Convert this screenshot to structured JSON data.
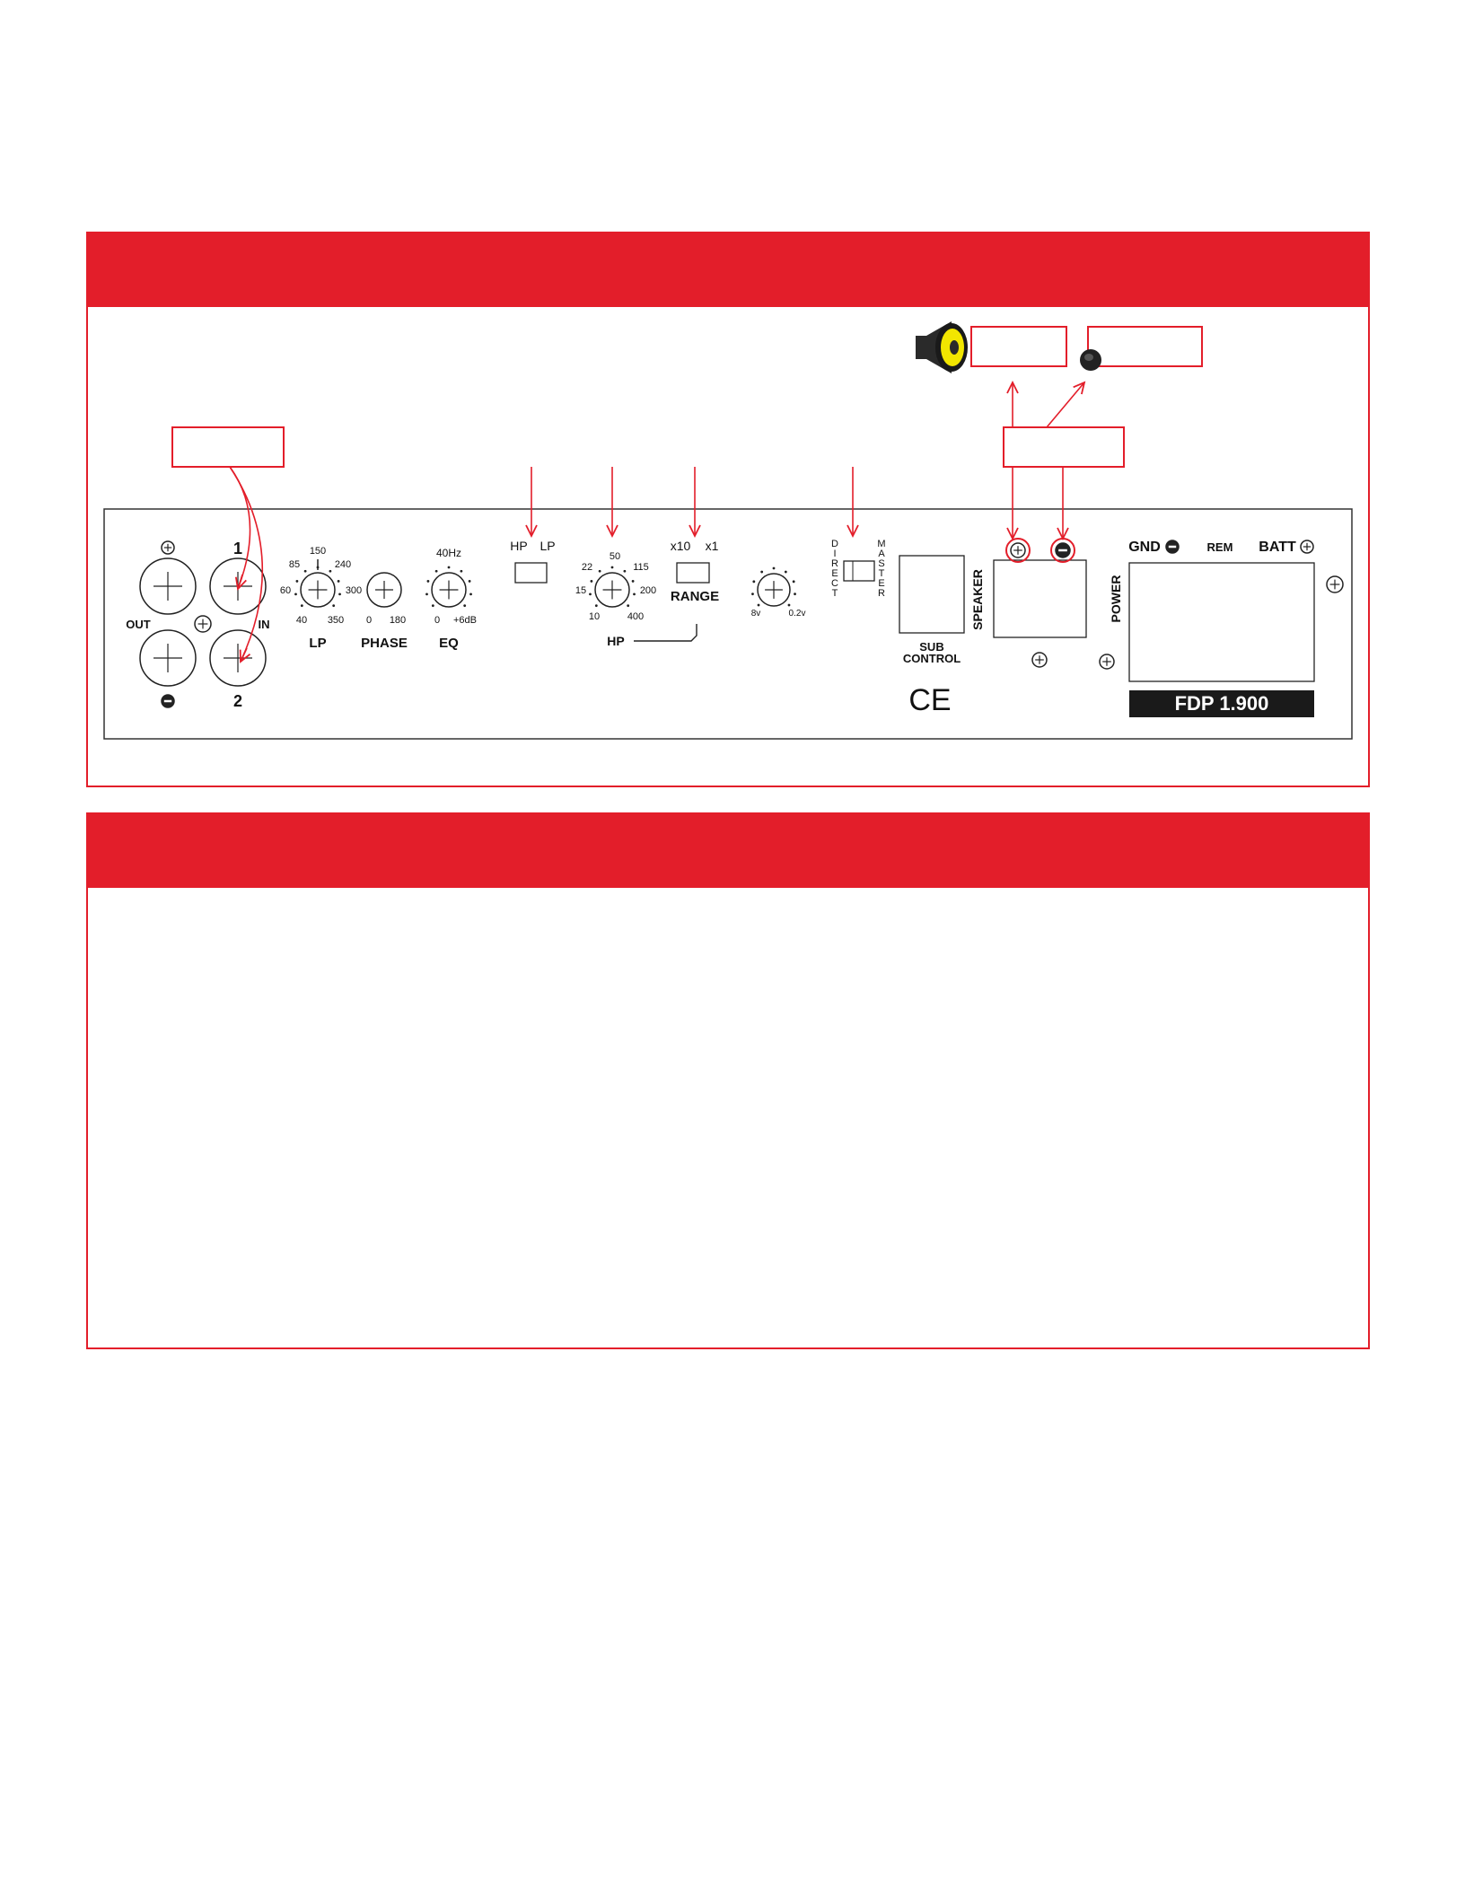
{
  "sections": [
    {
      "header_title": "",
      "callouts": {
        "input_box": "",
        "speaker_box": "",
        "ground_box": "",
        "terminal_box": ""
      }
    },
    {
      "header_title": "",
      "callouts": {
        "input_box": "",
        "sub_control_box": "",
        "speaker_box": "",
        "terminal_box": ""
      }
    }
  ],
  "panel": {
    "rca": {
      "plus_symbol": "⊕",
      "minus_symbol": "⊖",
      "channel_1": "1",
      "channel_2": "2",
      "out": "OUT",
      "in": "IN"
    },
    "lp_knob": {
      "label": "LP",
      "scale": [
        "150",
        "85",
        "240",
        "60",
        "300",
        "40",
        "350"
      ]
    },
    "phase_knob": {
      "label": "PHASE",
      "min": "0",
      "max": "180"
    },
    "eq_knob": {
      "label": "EQ",
      "top": "40Hz",
      "min": "0",
      "max": "+6dB"
    },
    "hp_lp_switch": {
      "left": "HP",
      "right": "LP"
    },
    "hp_knob": {
      "label": "HP",
      "scale": [
        "50",
        "22",
        "115",
        "15",
        "200",
        "10",
        "400"
      ]
    },
    "range_switch": {
      "left": "x10",
      "right": "x1",
      "label": "RANGE"
    },
    "gain_knob": {
      "min": "8v",
      "max": "0.2v"
    },
    "mode_switch": {
      "direct": [
        "D",
        "I",
        "R",
        "E",
        "C",
        "T"
      ],
      "master": [
        "M",
        "A",
        "S",
        "T",
        "E",
        "R"
      ]
    },
    "sub_control": {
      "line1": "SUB",
      "line2": "CONTROL"
    },
    "ce_mark": "CE",
    "speaker_label": "SPEAKER",
    "power": {
      "label": "POWER",
      "gnd": "GND",
      "rem": "REM",
      "batt": "BATT",
      "model": "FDP 1.900"
    }
  },
  "colors": {
    "accent_red": "#e31e2a",
    "panel_line": "#333333",
    "speaker_cone_yellow": "#f2e600",
    "model_plate": "#1a1a1a"
  }
}
